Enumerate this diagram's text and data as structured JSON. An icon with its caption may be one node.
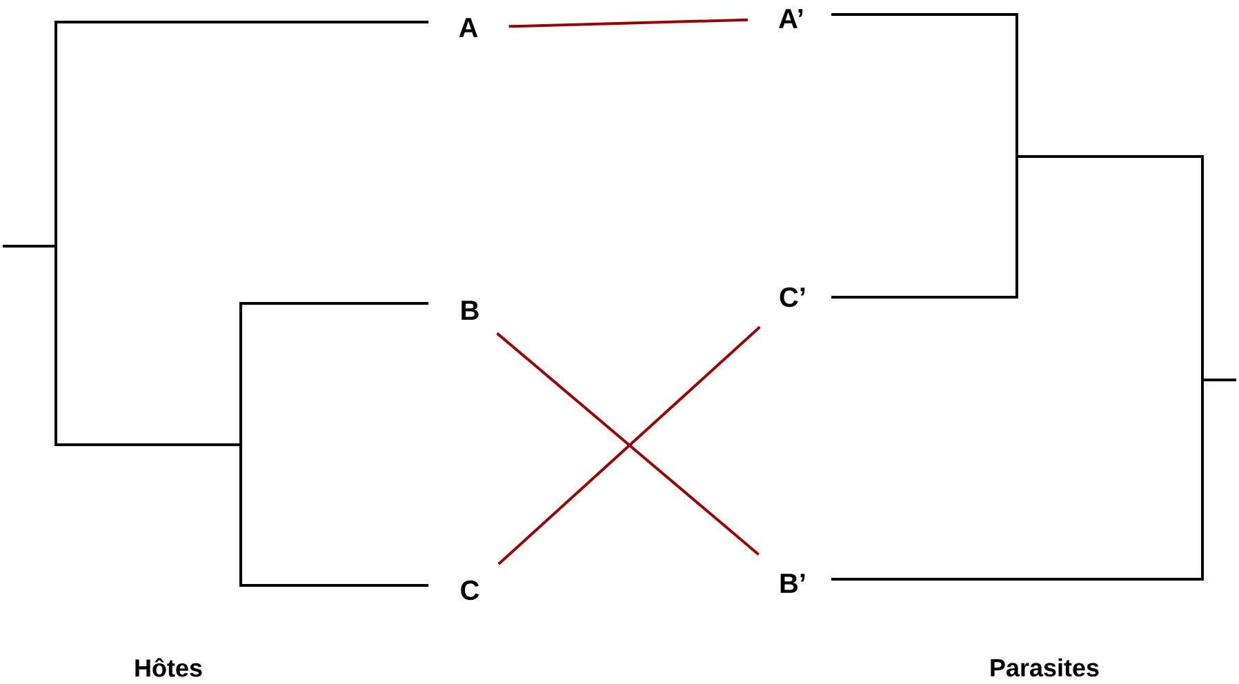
{
  "diagram": {
    "nodes": [
      {
        "text": [
          "A"
        ]
      },
      {
        "text": [
          "A’"
        ]
      },
      {
        "text": [
          "B"
        ]
      },
      {
        "text": [
          "C"
        ]
      },
      {
        "text": [
          "C’"
        ]
      },
      {
        "text": [
          "B’"
        ]
      }
    ],
    "edges": [
      {
        "from": 0,
        "to": 1,
        "arrow": "none"
      },
      {
        "from": 2,
        "to": 5,
        "arrow": "none"
      },
      {
        "from": 3,
        "to": 4,
        "arrow": "none"
      }
    ],
    "labels": [
      "Hôtes",
      "Parasites"
    ]
  }
}
